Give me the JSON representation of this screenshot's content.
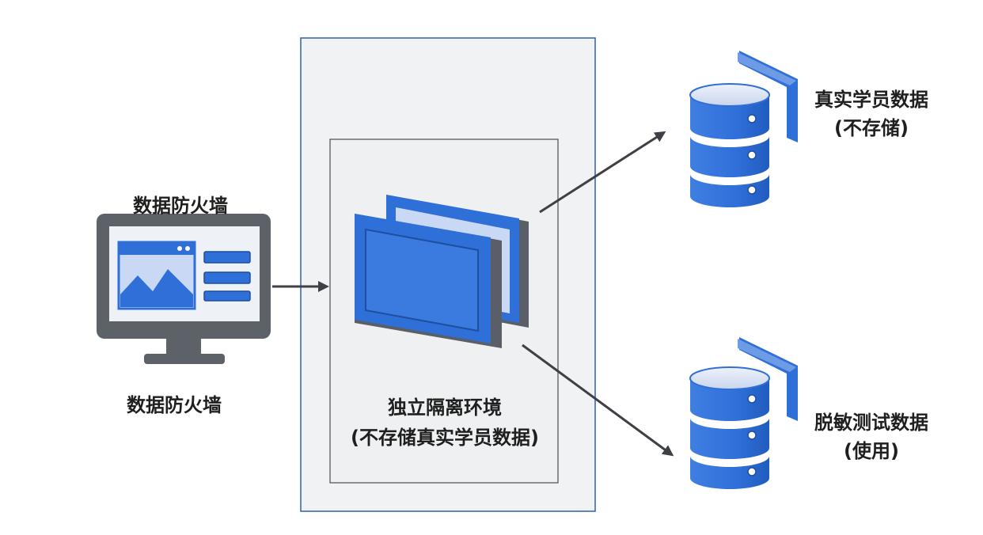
{
  "firewall": {
    "label_top": "数据防火墙",
    "label_bottom": "数据防火墙"
  },
  "isolated_environment": {
    "title": "独立隔离环境",
    "subtitle": "(不存储真实学员数据)"
  },
  "real_student_data": {
    "title": "真实学员数据",
    "subtitle": "(不存储)"
  },
  "masked_test_data": {
    "title": "脱敏测试数据",
    "subtitle": "(使用)"
  },
  "colors": {
    "primary_blue": "#2f6fd8",
    "light_blue": "#c9d8f5",
    "monitor_gray": "#5d6168",
    "panel_gray": "#f1f2f3",
    "arrow_gray": "#3d4045"
  }
}
